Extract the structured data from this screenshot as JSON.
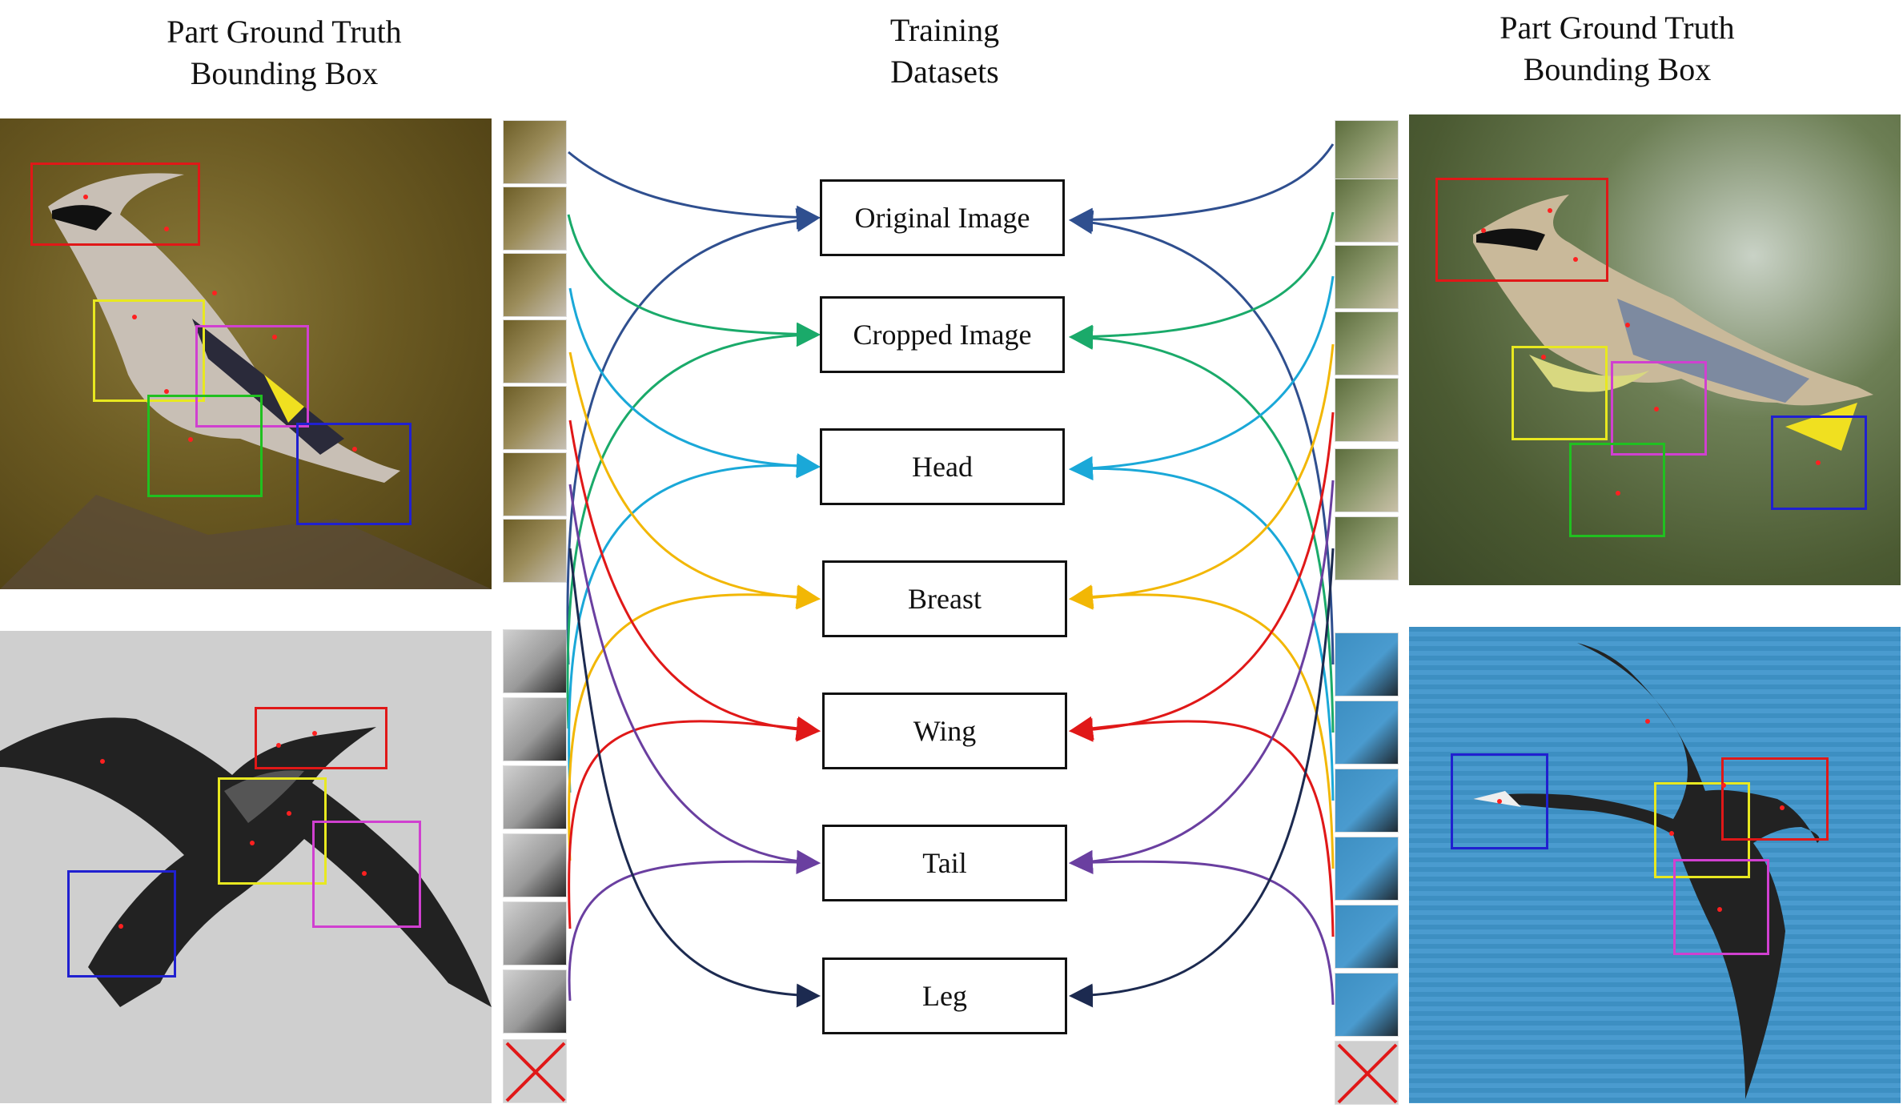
{
  "headings": {
    "left": [
      "Part Ground Truth",
      "Bounding Box"
    ],
    "middle": [
      "Training",
      "Datasets"
    ],
    "right": [
      "Part Ground Truth",
      "Bounding Box"
    ]
  },
  "training_datasets": [
    "Original Image",
    "Cropped Image",
    "Head",
    "Breast",
    "Wing",
    "Tail",
    "Leg"
  ],
  "colors": {
    "original": "#2f4f8f",
    "cropped": "#1aaa6a",
    "head": "#1aa8d8",
    "breast": "#f2b705",
    "wing": "#e01818",
    "tail": "#6a3fa0",
    "leg": "#1c2a50",
    "box_head": "#e01818",
    "box_breast": "#e8e820",
    "box_wing": "#d040d0",
    "box_leg": "#20c020",
    "box_tail": "#2020d0"
  },
  "icons": {
    "missing_part": "red-x-icon"
  }
}
